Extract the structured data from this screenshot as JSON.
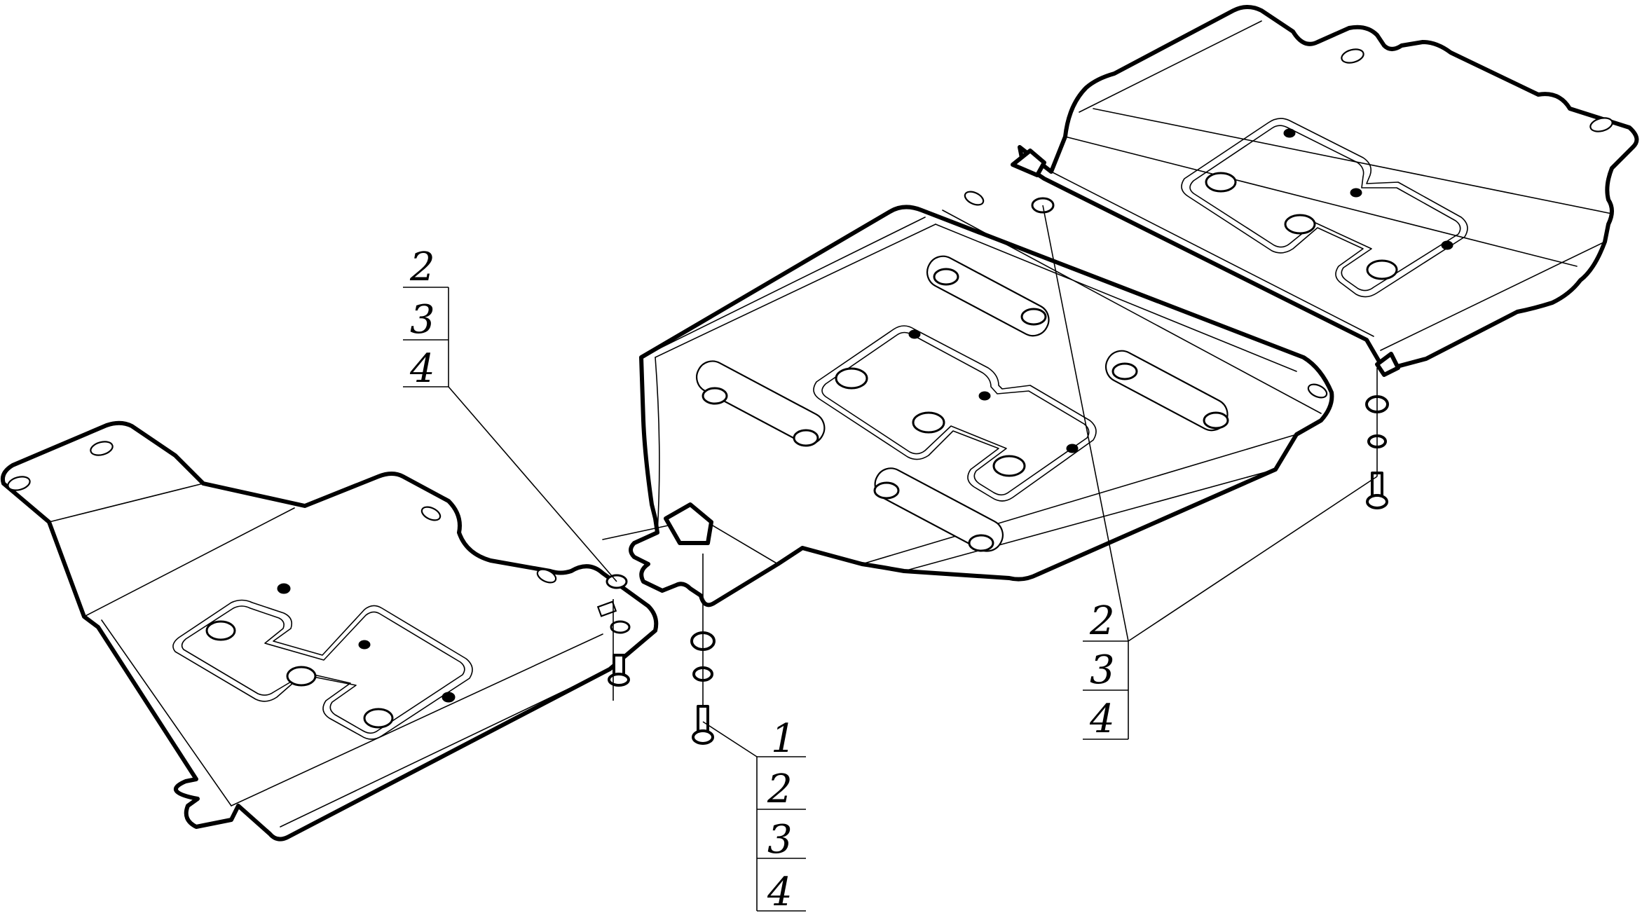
{
  "callouts": {
    "left": [
      "2",
      "3",
      "4"
    ],
    "right": [
      "2",
      "3",
      "4"
    ],
    "bottom": [
      "1",
      "2",
      "3",
      "4"
    ]
  }
}
